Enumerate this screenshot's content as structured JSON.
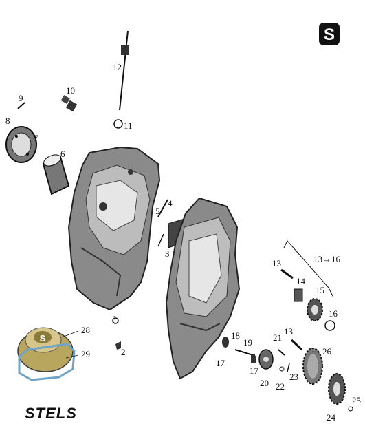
{
  "brand": {
    "logo_letter": "S",
    "wordmark": "STELS"
  },
  "labels": [
    {
      "id": "p1",
      "text": "1"
    },
    {
      "id": "p2",
      "text": "2"
    },
    {
      "id": "p3",
      "text": "3"
    },
    {
      "id": "p4",
      "text": "4"
    },
    {
      "id": "p5",
      "text": "5"
    },
    {
      "id": "p6",
      "text": "6"
    },
    {
      "id": "p7",
      "text": "7"
    },
    {
      "id": "p8",
      "text": "8"
    },
    {
      "id": "p9",
      "text": "9"
    },
    {
      "id": "p10",
      "text": "10"
    },
    {
      "id": "p11",
      "text": "11"
    },
    {
      "id": "p12",
      "text": "12"
    },
    {
      "id": "p13a",
      "text": "13"
    },
    {
      "id": "p13b",
      "text": "13"
    },
    {
      "id": "p13range",
      "text": "13→16"
    },
    {
      "id": "p14",
      "text": "14"
    },
    {
      "id": "p15",
      "text": "15"
    },
    {
      "id": "p16",
      "text": "16"
    },
    {
      "id": "p17a",
      "text": "17"
    },
    {
      "id": "p17b",
      "text": "17"
    },
    {
      "id": "p18",
      "text": "18"
    },
    {
      "id": "p19",
      "text": "19"
    },
    {
      "id": "p20",
      "text": "20"
    },
    {
      "id": "p21",
      "text": "21"
    },
    {
      "id": "p22",
      "text": "22"
    },
    {
      "id": "p23",
      "text": "23"
    },
    {
      "id": "p24",
      "text": "24"
    },
    {
      "id": "p25",
      "text": "25"
    },
    {
      "id": "p26",
      "text": "26"
    },
    {
      "id": "p28",
      "text": "28"
    },
    {
      "id": "p29",
      "text": "29"
    }
  ],
  "colors": {
    "ink": "#111111",
    "casing": "#8a8a8a",
    "casing_dark": "#3a3a3a",
    "cover_gold": "#c9b77a",
    "gasket_blue": "#6fa3c8"
  }
}
